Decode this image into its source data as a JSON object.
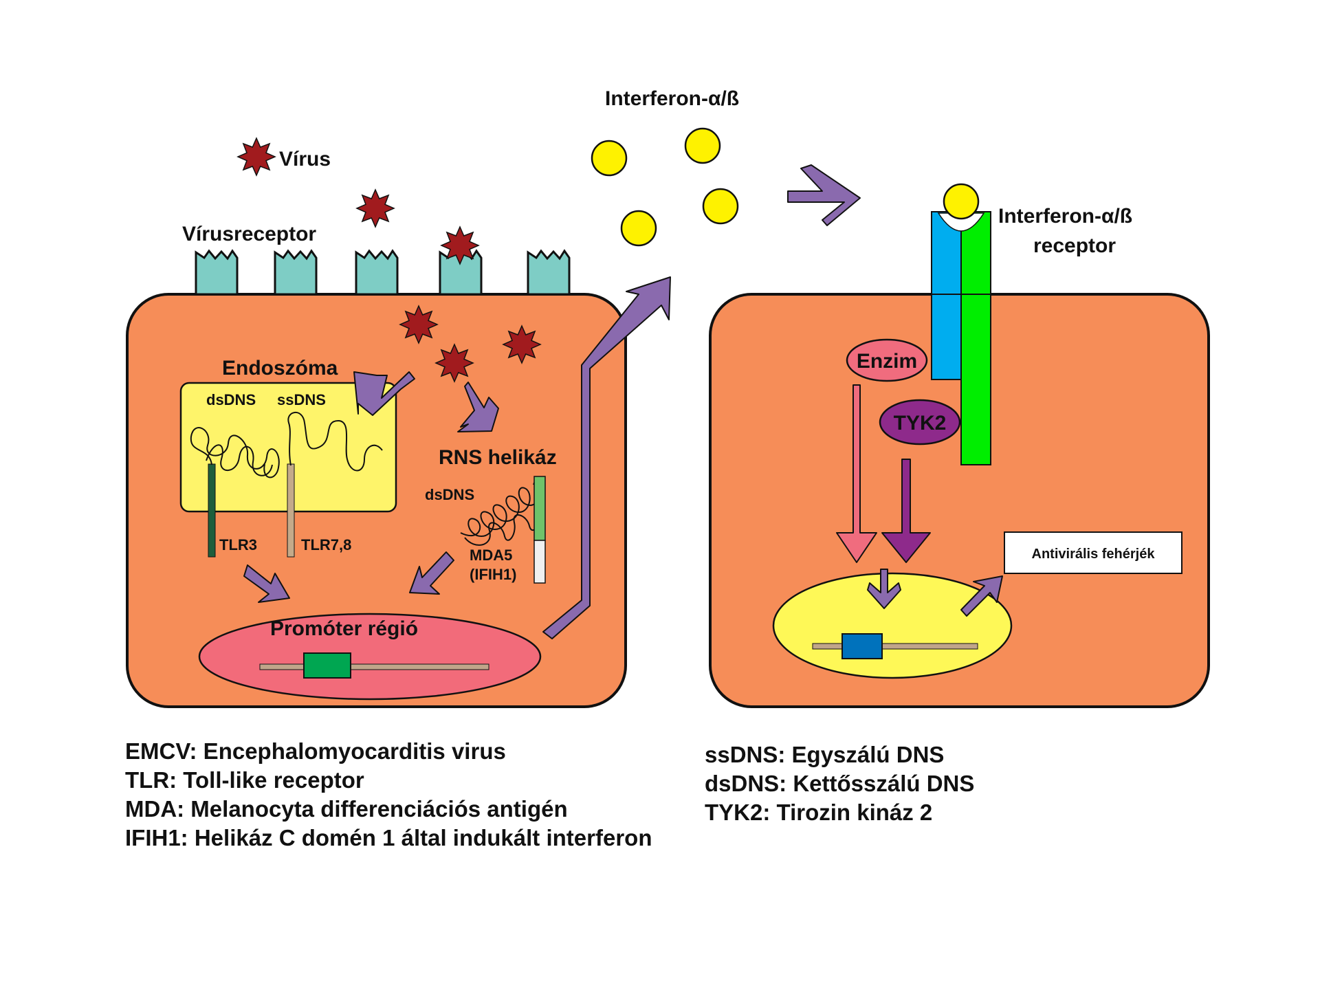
{
  "labels": {
    "virus": "Vírus",
    "virus_receptor": "Vírusreceptor",
    "endosome": "Endoszóma",
    "dsdna_endo": "dsDNS",
    "ssdna_endo": "ssDNS",
    "tlr3": "TLR3",
    "tlr78": "TLR7,8",
    "rna_helicase": "RNS helikáz",
    "dsdna_helicase": "dsDNS",
    "mda5": "MDA5",
    "ifih1": "(IFIH1)",
    "promoter": "Promóter régió",
    "interferon": "Interferon-α/ß",
    "ifn_receptor_line1": "Interferon-α/ß",
    "ifn_receptor_line2": "receptor",
    "enzyme": "Enzim",
    "tyk2": "TYK2",
    "antiviral": "Antivirális fehérjék"
  },
  "legend_left": [
    "EMCV: Encephalomyocarditis virus",
    "TLR: Toll-like receptor",
    "MDA: Melanocyta differenciációs antigén",
    "IFIH1: Helikáz C domén 1 által indukált interferon"
  ],
  "legend_right": [
    "ssDNS: Egyszálú DNS",
    "dsDNS: Kettősszálú DNS",
    "TYK2: Tirozin kináz 2"
  ],
  "colors": {
    "cell": "#F68D58",
    "endosome": "#FEF46A",
    "nucleus_left": "#F26B7A",
    "nucleus_right": "#FEF857",
    "receptor": "#7ECDC5",
    "virus": "#A11B1E",
    "interferon": "#FEF200",
    "arrow": "#8A6AAE",
    "receptor_blue": "#00ADEF",
    "receptor_green": "#00EE00",
    "tyk2": "#8E2A8B",
    "enzyme": "#F06C7E",
    "gene_green": "#00A651",
    "gene_blue": "#0072BC"
  }
}
